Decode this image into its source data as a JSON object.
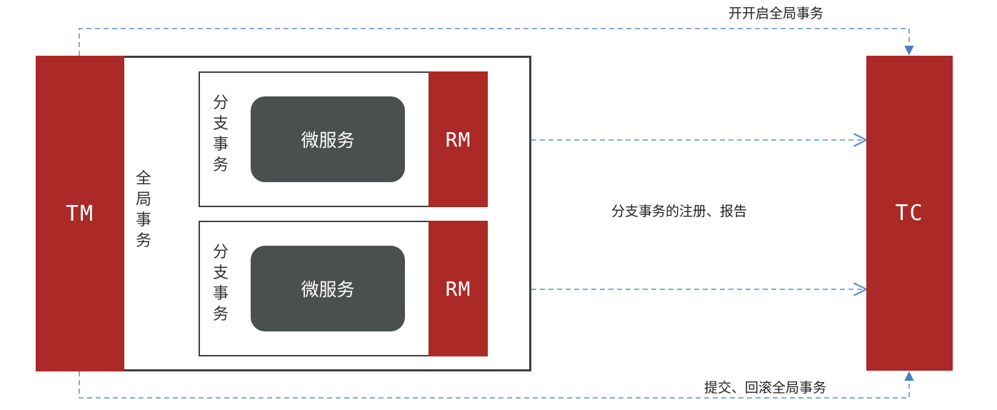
{
  "tm": {
    "label": "TM"
  },
  "tc": {
    "label": "TC"
  },
  "global_transaction": {
    "label": "全局事务"
  },
  "branches": [
    {
      "label": "分支事务",
      "service": "微服务",
      "rm": "RM"
    },
    {
      "label": "分支事务",
      "service": "微服务",
      "rm": "RM"
    }
  ],
  "annotations": {
    "begin_global": "开开启全局事务",
    "register_report": "分支事务的注册、报告",
    "commit_rollback": "提交、回滚全局事务"
  },
  "colors": {
    "red_block": "#ab2926",
    "service_box": "#4a4f4f",
    "dashed_line": "#5b8fd0",
    "border": "#3d4040"
  }
}
